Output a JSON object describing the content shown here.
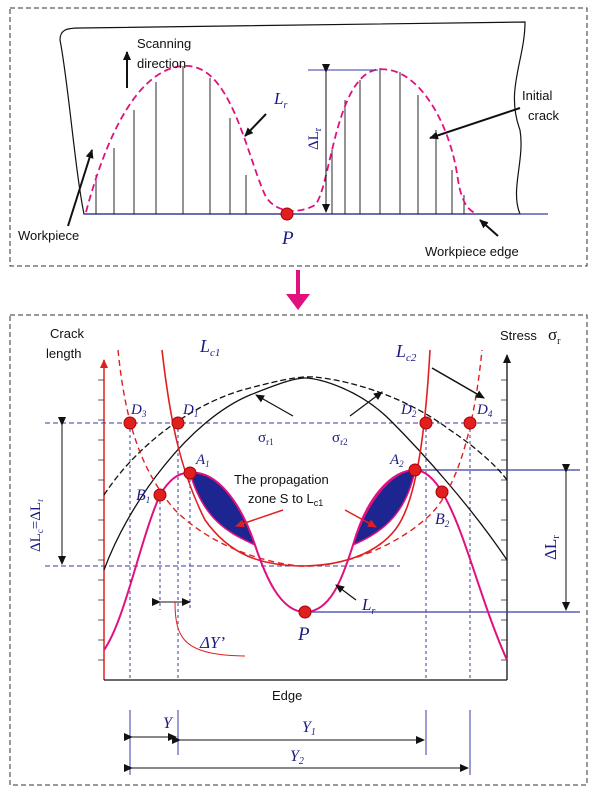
{
  "top_panel": {
    "scanning_label_1": "Scanning",
    "scanning_label_2": "direction",
    "lr": "L",
    "lr_sub": "r",
    "delta_lr": "ΔL",
    "delta_lr_sub": "r",
    "initial_crack_1": "Initial",
    "initial_crack_2": "crack",
    "workpiece": "Workpiece",
    "point_p": "P",
    "workpiece_edge": "Workpiece edge"
  },
  "bottom_panel": {
    "crack_length_1": "Crack",
    "crack_length_2": "length",
    "stress_label": "Stress",
    "sigma_r": "σ",
    "sigma_r_sub": "r",
    "lc1": "L",
    "lc1_sub": "c1",
    "lc2": "L",
    "lc2_sub": "c2",
    "d1": "D",
    "d1_sub": "1",
    "d2": "D",
    "d2_sub": "2",
    "d3": "D",
    "d3_sub": "3",
    "d4": "D",
    "d4_sub": "4",
    "a1": "A",
    "a1_sub": "1",
    "a2": "A",
    "a2_sub": "2",
    "b1": "B",
    "b1_sub": "1",
    "b2": "B",
    "b2_sub": "2",
    "sigma_r1": "σ",
    "sigma_r1_sub": "r1",
    "sigma_r2": "σ",
    "sigma_r2_sub": "r2",
    "propagation_1": "The propagation",
    "propagation_2": "zone S to L",
    "propagation_sub": "c1",
    "delta_lc_lr": "ΔL",
    "delta_lc_lr_eq": "c",
    "delta_lc_lr_rhs": "=ΔL",
    "delta_lc_lr_rhs_sub": "r",
    "delta_lr_right": "ΔL",
    "delta_lr_right_sub": "r",
    "delta_y_prime": "ΔY’",
    "point_p": "P",
    "lr_bottom": "L",
    "lr_bottom_sub": "r",
    "edge": "Edge",
    "y": "Y",
    "y1": "Y",
    "y1_sub": "1",
    "y2": "Y",
    "y2_sub": "2"
  },
  "colors": {
    "magenta": "#e0117f",
    "red": "#e02020",
    "navy": "#1a1a80",
    "blue_line": "#3a3aa8",
    "fill_zone": "#1c2590"
  }
}
